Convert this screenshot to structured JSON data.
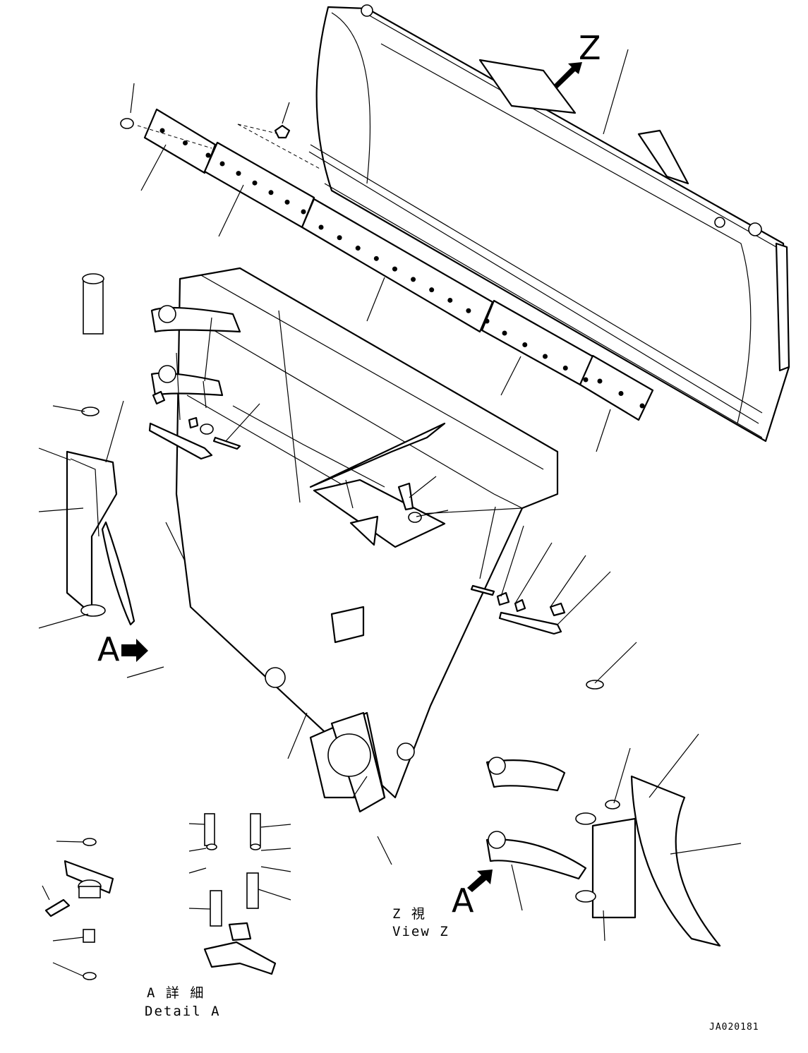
{
  "labels": {
    "view_z_letter": "Z",
    "view_a_left_letter": "A",
    "view_a_right_letter": "A",
    "view_z_jp": "Z 視",
    "view_z_en": "View Z",
    "detail_a_jp": "A 詳 細",
    "detail_a_en": "Detail A",
    "drawing_code": "JA020181"
  },
  "colors": {
    "line": "#000000",
    "background": "#ffffff"
  },
  "icons": [
    "view-arrow-icon"
  ]
}
